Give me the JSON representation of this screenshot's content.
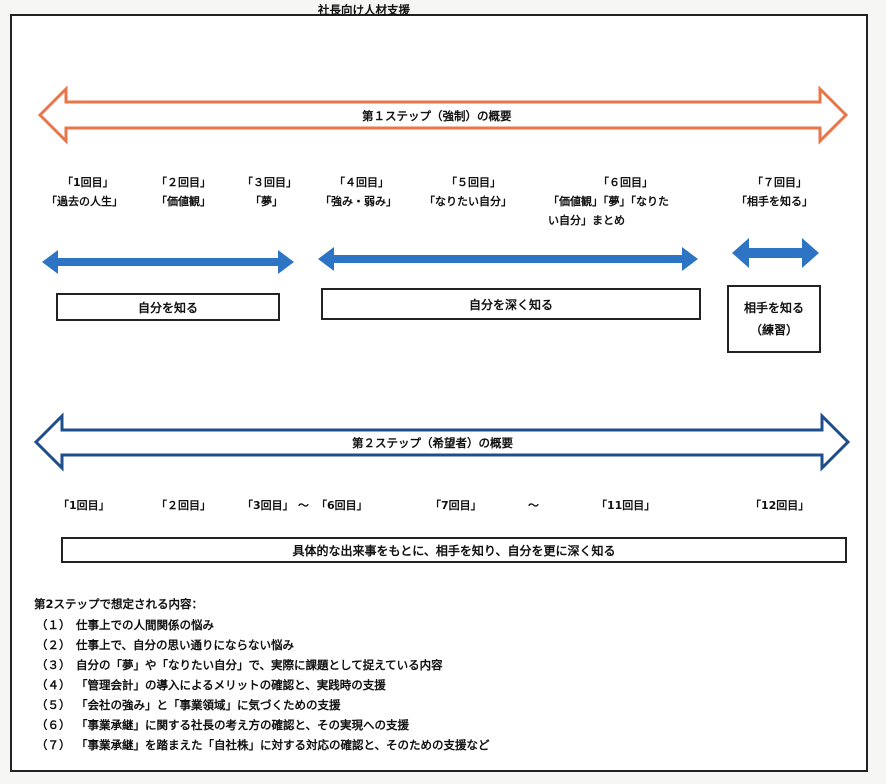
{
  "title": "社長向け人材支援",
  "step1": {
    "arrow_label": "第１ステップ（強制）の概要",
    "arrow_color": "#e8764a",
    "sessions": [
      {
        "num": "「1回目」",
        "topic": "「過去の人生」"
      },
      {
        "num": "「２回目」",
        "topic": "「価値観」"
      },
      {
        "num": "「３回目」",
        "topic": "「夢」"
      },
      {
        "num": "「４回目」",
        "topic": "「強み・弱み」"
      },
      {
        "num": "「５回目」",
        "topic": "「なりたい自分」"
      },
      {
        "num": "「６回目」",
        "topic": "「価値観」「夢」「なりたい自分」まとめ"
      },
      {
        "num": "「７回目」",
        "topic": "「相手を知る」"
      }
    ],
    "session6_line1": "「価値観」「夢」「なりた",
    "session6_line2": "い自分」まとめ",
    "phase_arrow_color": "#2e74c4",
    "phases": [
      {
        "label": "自分を知る"
      },
      {
        "label": "自分を深く知る"
      },
      {
        "label": "相手を知る",
        "sub": "（練習）"
      }
    ]
  },
  "step2": {
    "arrow_label": "第２ステップ（希望者）の概要",
    "arrow_color": "#1f4e8c",
    "sessions": [
      "「1回目」",
      "「２回目」",
      "「3回目」",
      "〜",
      "「6回目」",
      "「7回目」",
      "〜",
      "「11回目」",
      "「12回目」"
    ],
    "summary_box": "具体的な出来事をもとに、相手を知り、自分を更に深く知る"
  },
  "contents": {
    "heading": "第2ステップで想定される内容：",
    "items": [
      {
        "index": "（１）",
        "text": "仕事上での人間関係の悩み"
      },
      {
        "index": "（２）",
        "text": "仕事上で、自分の思い通りにならない悩み"
      },
      {
        "index": "（３）",
        "text": "自分の「夢」や「なりたい自分」で、実際に課題として捉えている内容"
      },
      {
        "index": "（４）",
        "text": "「管理会計」の導入によるメリットの確認と、実践時の支援"
      },
      {
        "index": "（５）",
        "text": "「会社の強み」と「事業領域」に気づくための支援"
      },
      {
        "index": "（６）",
        "text": "「事業承継」に関する社長の考え方の確認と、その実現への支援"
      },
      {
        "index": "（７）",
        "text": "「事業承継」を踏まえた「自社株」に対する対応の確認と、そのための支援など"
      }
    ]
  }
}
